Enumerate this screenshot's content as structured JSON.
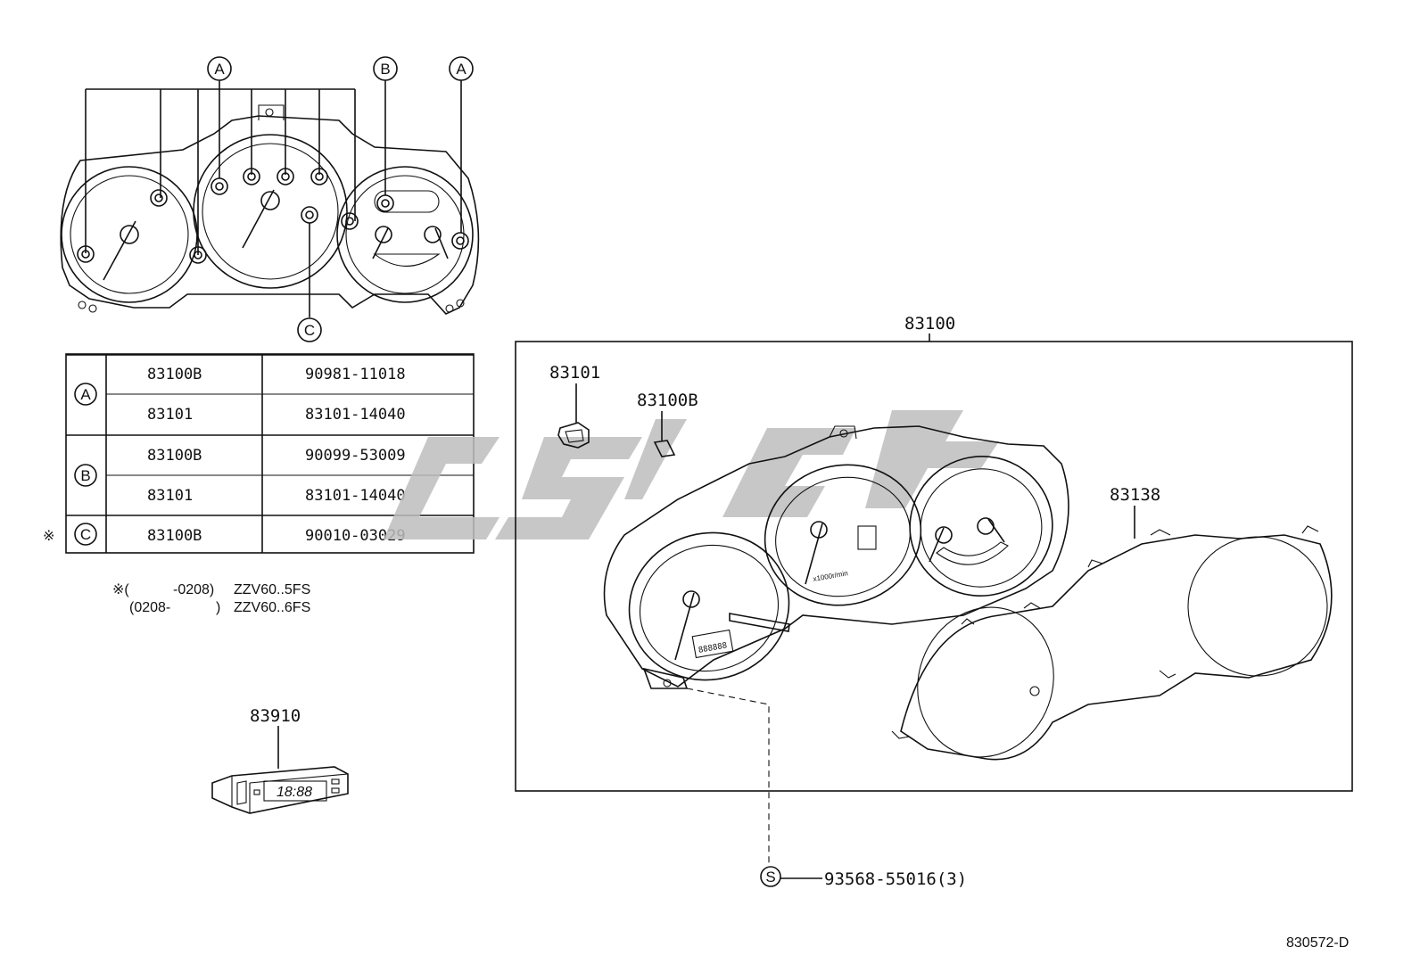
{
  "callouts": {
    "a_left": "A",
    "b": "B",
    "a_right": "A",
    "c": "C",
    "s": "S"
  },
  "table": {
    "rows": [
      {
        "group": "A",
        "cells": [
          [
            "83100B",
            "90981-11018"
          ],
          [
            "83101",
            "83101-14040"
          ]
        ]
      },
      {
        "group": "B",
        "cells": [
          [
            "83100B",
            "90099-53009"
          ],
          [
            "83101",
            "83101-14040"
          ]
        ]
      },
      {
        "group": "C",
        "mark": "※",
        "cells": [
          [
            "83100B",
            "90010-03029"
          ]
        ]
      }
    ]
  },
  "notes": {
    "line1_prefix": "※(",
    "line1_range": "-0208)",
    "line1_model": "ZZV60..5FS",
    "line2_prefix": "(0208-",
    "line2_range": ")",
    "line2_model": "ZZV60..6FS"
  },
  "parts": {
    "p83100": "83100",
    "p83101": "83101",
    "p83100b": "83100B",
    "p83138": "83138",
    "p83910": "83910",
    "screw": "93568-55016(3)"
  },
  "clock_display": "18:88",
  "odo_display": "888888",
  "tach_unit": "x1000r/min",
  "diagram_code": "830572-D"
}
